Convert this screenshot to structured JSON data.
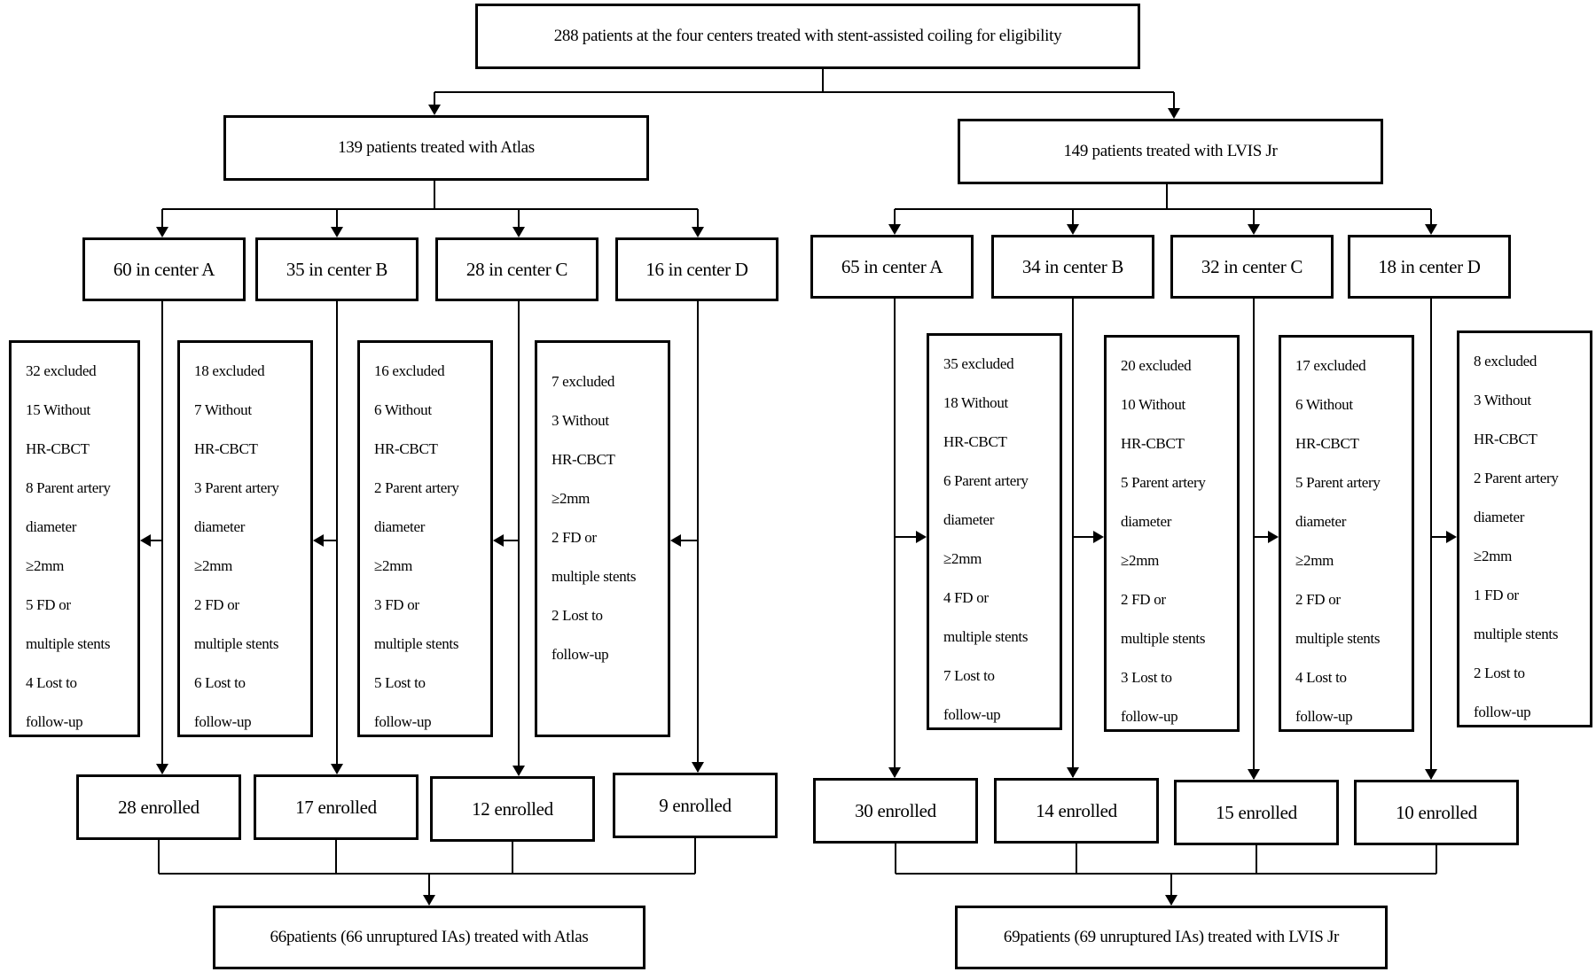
{
  "top": "288 patients at the four centers treated with stent-assisted coiling for eligibility",
  "groups": [
    {
      "label": "139 patients treated with Atlas",
      "centers": [
        {
          "label": "60 in center A",
          "excluded": [
            "32 excluded",
            "15 Without",
            "HR-CBCT",
            "8 Parent artery",
            "diameter",
            "≥2mm",
            "5 FD or",
            "multiple stents",
            "4 Lost to",
            "follow-up"
          ],
          "enrolled": "28 enrolled"
        },
        {
          "label": "35 in center B",
          "excluded": [
            "18 excluded",
            "7 Without",
            "HR-CBCT",
            "3 Parent artery",
            "diameter",
            "≥2mm",
            "2 FD or",
            "multiple stents",
            "6 Lost to",
            "follow-up"
          ],
          "enrolled": "17 enrolled"
        },
        {
          "label": "28 in center C",
          "excluded": [
            "16 excluded",
            "6 Without",
            "HR-CBCT",
            "2 Parent artery",
            "diameter",
            "≥2mm",
            "3 FD or",
            "multiple stents",
            "5 Lost to",
            "follow-up"
          ],
          "enrolled": "12 enrolled"
        },
        {
          "label": "16 in center D",
          "excluded": [
            "7 excluded",
            "3 Without",
            "HR-CBCT",
            "≥2mm",
            "2 FD or",
            "multiple stents",
            "2 Lost to",
            "follow-up"
          ],
          "enrolled": "9 enrolled"
        }
      ],
      "result": "66patients (66 unruptured IAs) treated with Atlas"
    },
    {
      "label": "149 patients treated with LVIS Jr",
      "centers": [
        {
          "label": "65 in center A",
          "excluded": [
            "35 excluded",
            "18 Without",
            "HR-CBCT",
            "6 Parent artery",
            "diameter",
            "≥2mm",
            "4 FD or",
            "multiple stents",
            "7 Lost to",
            "follow-up"
          ],
          "enrolled": "30 enrolled"
        },
        {
          "label": "34 in center B",
          "excluded": [
            "20 excluded",
            "10 Without",
            "HR-CBCT",
            "5 Parent artery",
            "diameter",
            "≥2mm",
            "2 FD or",
            "multiple stents",
            "3 Lost to",
            "follow-up"
          ],
          "enrolled": "14 enrolled"
        },
        {
          "label": "32 in center C",
          "excluded": [
            "17 excluded",
            "6 Without",
            "HR-CBCT",
            "5 Parent artery",
            "diameter",
            "≥2mm",
            "2 FD or",
            "multiple stents",
            "4 Lost to",
            "follow-up"
          ],
          "enrolled": "15 enrolled"
        },
        {
          "label": "18 in center D",
          "excluded": [
            "8 excluded",
            "3 Without",
            "HR-CBCT",
            "2 Parent artery",
            "diameter",
            "≥2mm",
            "1 FD or",
            "multiple stents",
            "2 Lost to",
            "follow-up"
          ],
          "enrolled": "10 enrolled"
        }
      ],
      "result": "69patients (69 unruptured IAs) treated with LVIS Jr"
    }
  ]
}
